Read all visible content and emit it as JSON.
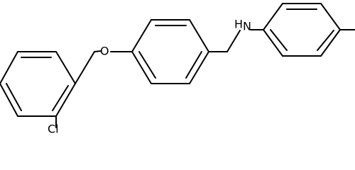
{
  "structure": {
    "atoms": {
      "oxygen": "O",
      "nitrogen_h": "H",
      "nitrogen": "N",
      "chlorine": "Cl"
    },
    "colors": {
      "bond": "#000000",
      "background": "#ffffff"
    }
  }
}
